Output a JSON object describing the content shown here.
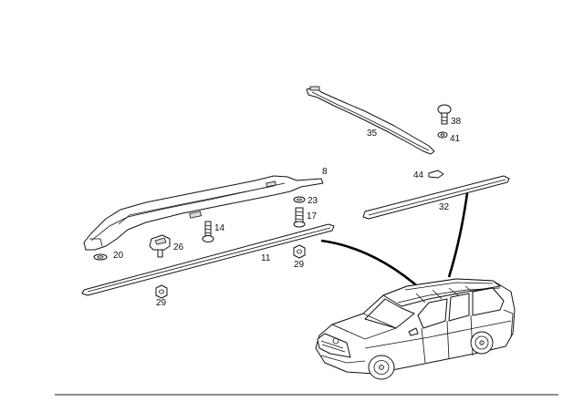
{
  "callouts": {
    "p8": "8",
    "p11": "11",
    "p14": "14",
    "p17": "17",
    "p20": "20",
    "p23": "23",
    "p26": "26",
    "p29a": "29",
    "p29b": "29",
    "p32": "32",
    "p35": "35",
    "p38": "38",
    "p41": "41",
    "p44": "44"
  }
}
